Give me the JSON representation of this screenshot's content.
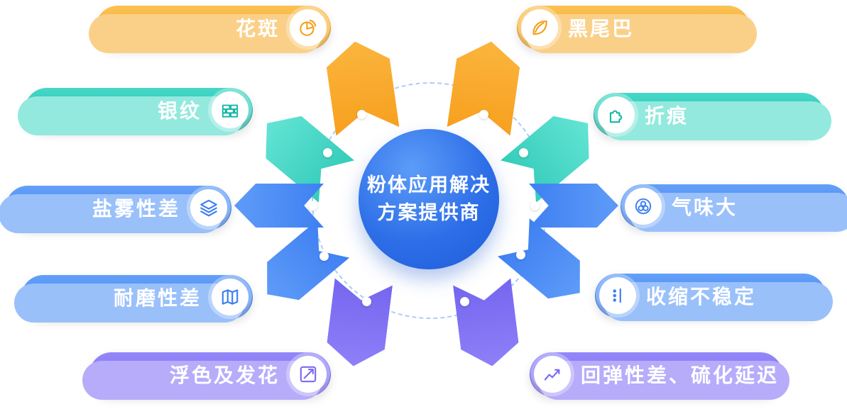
{
  "center": {
    "line1": "粉体应用解决",
    "line2": "方案提供商"
  },
  "nodes": [
    {
      "label": "花斑",
      "icon": "pie-chart-icon",
      "theme": "orange",
      "side": "left"
    },
    {
      "label": "黑尾巴",
      "icon": "leaf-icon",
      "theme": "orange",
      "side": "right"
    },
    {
      "label": "银纹",
      "icon": "brick-wall-icon",
      "theme": "teal",
      "side": "left"
    },
    {
      "label": "折痕",
      "icon": "puzzle-icon",
      "theme": "teal",
      "side": "right"
    },
    {
      "label": "盐雾性差",
      "icon": "layers-icon",
      "theme": "blue",
      "side": "left"
    },
    {
      "label": "气味大",
      "icon": "bubbles-icon",
      "theme": "blue",
      "side": "right"
    },
    {
      "label": "耐磨性差",
      "icon": "map-icon",
      "theme": "blue",
      "side": "left"
    },
    {
      "label": "收缩不稳定",
      "icon": "dots-line-icon",
      "theme": "blue",
      "side": "right"
    },
    {
      "label": "浮色及发花",
      "icon": "trend-arrow-icon",
      "theme": "purple",
      "side": "left"
    },
    {
      "label": "回弹性差、硫化延迟",
      "icon": "line-chart-icon",
      "theme": "purple",
      "side": "right"
    }
  ],
  "colors": {
    "orange": "#F5A21C",
    "teal": "#14B8A6",
    "blue": "#3B7FF2",
    "purple": "#7A6AF3",
    "center_blue": "#2E6FE8"
  }
}
